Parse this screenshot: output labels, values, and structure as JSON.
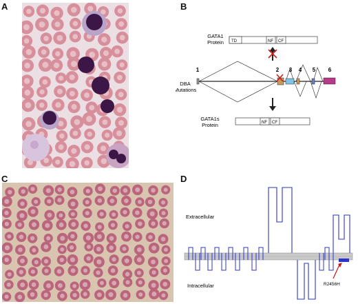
{
  "panels": {
    "a": {
      "letter": "A"
    },
    "b": {
      "letter": "B",
      "gata1_protein": "GATA1\nProtein",
      "gata1_line1": "GATA1",
      "gata1_line2": "Protein",
      "td_domain": "TD",
      "nf_domain": "NF",
      "cf_domain": "CF",
      "dba_line1": "DBA",
      "dba_line2": "Mutations",
      "exon_labels": [
        "1",
        "2",
        "3",
        "4",
        "5",
        "6"
      ],
      "gata1s_line1": "GATA1s",
      "gata1s_line2": "Protein",
      "gata1s_nf": "NF",
      "gata1s_cf": "CF"
    },
    "c": {
      "letter": "C"
    },
    "d": {
      "letter": "D",
      "extracellular": "Extracellular",
      "intracellular": "Intracellular",
      "mutation": "R2456H"
    }
  },
  "colors": {
    "rbc": "#d9a0ab",
    "nucleus": "#3c1646",
    "membrane_loop": "#2a34c8",
    "bilayer": "#c9c9c9",
    "mutation_arrow": "#c81e1e",
    "exon2": "#c79a5a",
    "exon3": "#7fc6e6",
    "exon6": "#b83a8a"
  }
}
